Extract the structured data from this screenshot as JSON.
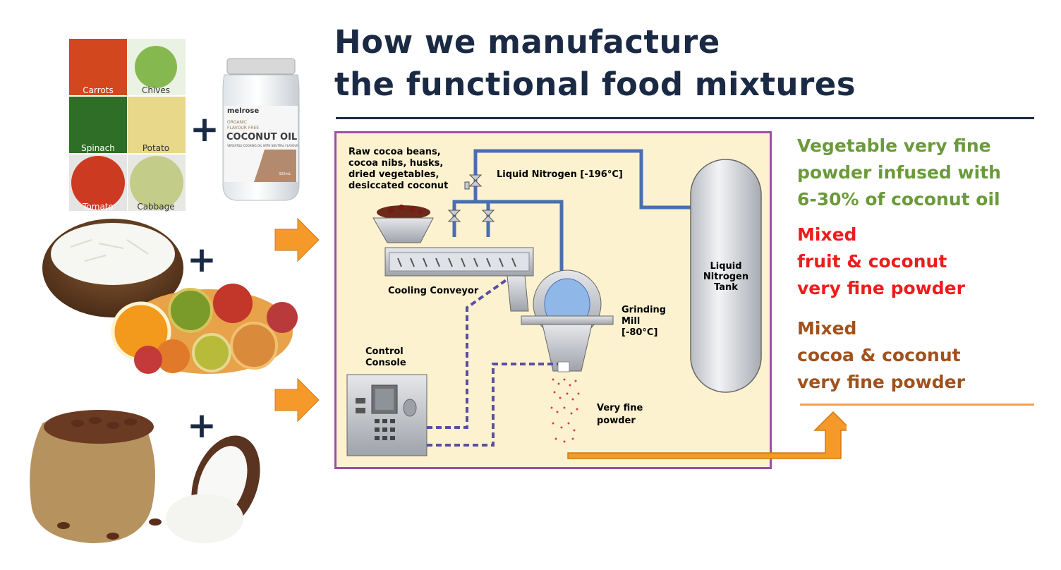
{
  "title": {
    "line1": "How we manufacture",
    "line2": "the functional food mixtures"
  },
  "ingredients": {
    "veg_tiles": [
      "Carrots",
      "Chives",
      "Spinach",
      "Potato",
      "Tomato",
      "Cabbage"
    ],
    "jar": {
      "brand": "melrose",
      "subtitle_1": "ORGANIC",
      "subtitle_2": "FLAVOUR FREE",
      "product": "COCONUT OIL",
      "tagline": "VERSATILE COOKING OIL WITH NEUTRAL FLAVOUR",
      "volume": "325mL"
    },
    "plus_sign": "+"
  },
  "diagram": {
    "raw_input_label": [
      "Raw cocoa beans,",
      "cocoa nibs, husks,",
      "dried vegetables,",
      "desiccated coconut"
    ],
    "liquid_nitrogen_label": "Liquid Nitrogen [-196°C]",
    "cooling_conveyor_label": "Cooling Conveyor",
    "tank_label": [
      "Liquid",
      "Nitrogen",
      "Tank"
    ],
    "grinding_mill_label": [
      "Grinding",
      "Mill",
      "[-80°C]"
    ],
    "control_console_label": [
      "Control",
      "Console"
    ],
    "powder_label": [
      "Very fine",
      "powder"
    ]
  },
  "outputs": {
    "vegetable": [
      "Vegetable very fine",
      "powder infused with",
      "6-30% of coconut oil"
    ],
    "fruit": [
      "Mixed",
      "fruit & coconut",
      "very fine powder"
    ],
    "cocoa": [
      "Mixed",
      "cocoa & coconut",
      "very fine powder"
    ]
  },
  "colors": {
    "title": "#1b2a44",
    "vegetable_text": "#6a9a3a",
    "fruit_text": "#ee1c1c",
    "cocoa_text": "#a0521e",
    "arrow": "#f59a2a",
    "diagram_bg": "#fdf2d0",
    "diagram_border": "#9b4fa8",
    "pipe": "#4a6fb0"
  }
}
